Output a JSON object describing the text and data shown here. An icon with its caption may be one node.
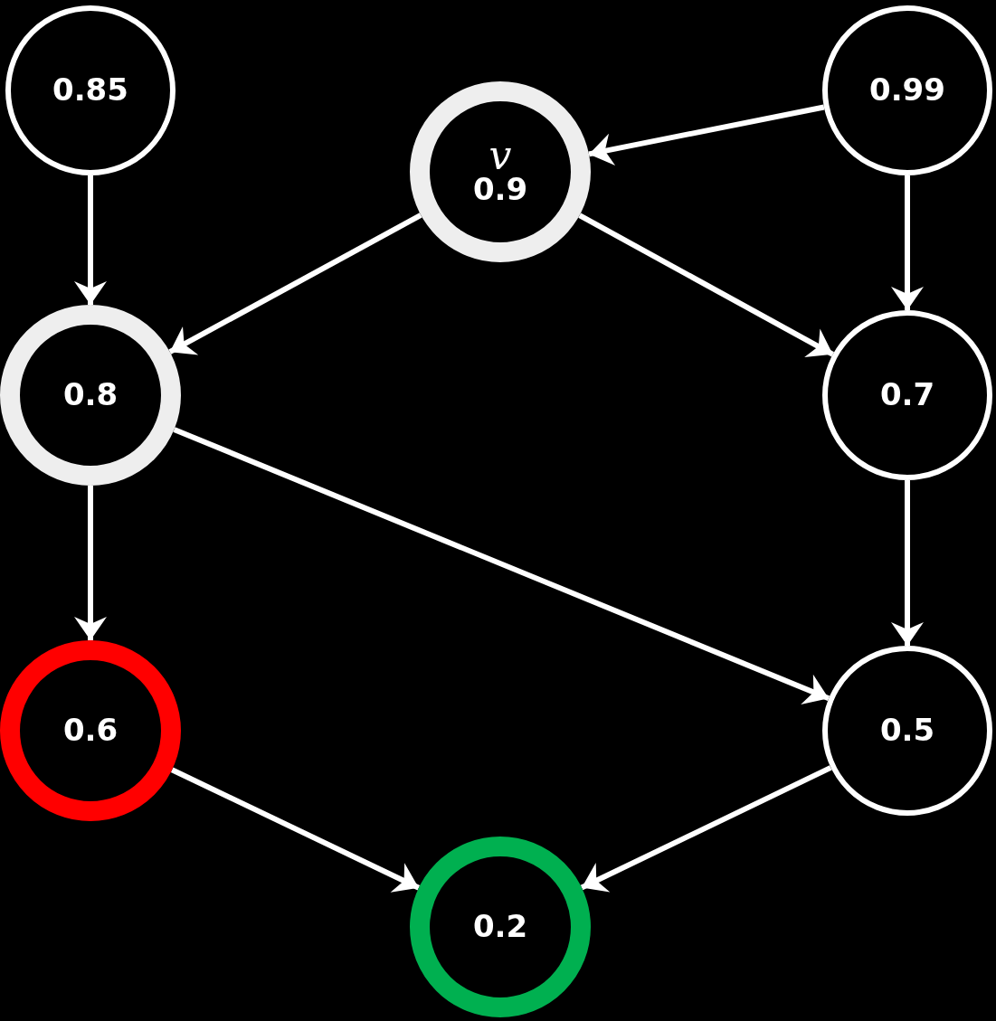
{
  "diagram": {
    "nodes": [
      {
        "text": [
          "0.85"
        ]
      },
      {
        "text": [
          "0.99"
        ]
      },
      {
        "text": [
          "v",
          "0.9"
        ]
      },
      {
        "text": [
          "0.8"
        ]
      },
      {
        "text": [
          "0.7"
        ]
      },
      {
        "text": [
          "0.6"
        ]
      },
      {
        "text": [
          "0.5"
        ]
      },
      {
        "text": [
          "0.2"
        ]
      }
    ],
    "edges": [
      {
        "from": 0,
        "to": 3,
        "arrow": "to"
      },
      {
        "from": 1,
        "to": 2,
        "arrow": "to"
      },
      {
        "from": 1,
        "to": 4,
        "arrow": "to"
      },
      {
        "from": 2,
        "to": 3,
        "arrow": "to"
      },
      {
        "from": 2,
        "to": 4,
        "arrow": "to"
      },
      {
        "from": 3,
        "to": 5,
        "arrow": "to"
      },
      {
        "from": 3,
        "to": 6,
        "arrow": "to"
      },
      {
        "from": 4,
        "to": 6,
        "arrow": "to"
      },
      {
        "from": 5,
        "to": 7,
        "arrow": "to"
      },
      {
        "from": 6,
        "to": 7,
        "arrow": "to"
      }
    ]
  }
}
